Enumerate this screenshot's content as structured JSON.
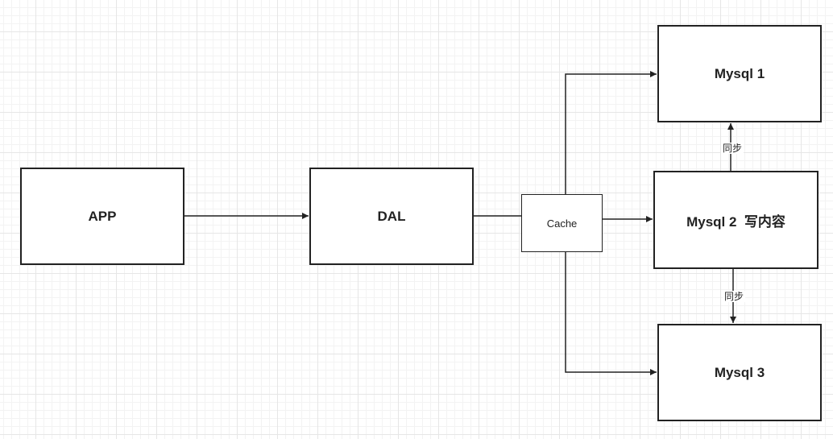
{
  "nodes": {
    "app": "APP",
    "dal": "DAL",
    "cache": "Cache",
    "mysql1": "Mysql 1",
    "mysql2": "Mysql 2  写内容",
    "mysql3": "Mysql 3"
  },
  "edges": {
    "sync_upper": "同步",
    "sync_lower": "同步"
  },
  "colors": {
    "stroke": "#222222",
    "grid": "#e6e6e6",
    "background": "#ffffff"
  }
}
